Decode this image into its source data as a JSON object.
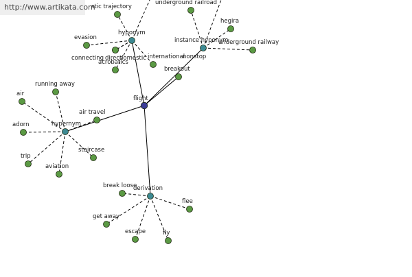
{
  "banner": {
    "url": "http://www.artikata.com"
  },
  "colors": {
    "center": "#3b3c96",
    "category": "#3d8a93",
    "leaf": "#5b9a44"
  },
  "diagram": {
    "center": {
      "label": "flight"
    },
    "categories": [
      {
        "id": "hyponym_top",
        "label": "hyponym",
        "leaves": [
          "evasion",
          "connecting",
          "direct",
          "domestic",
          "international",
          "nonstop",
          "acrobatics",
          "stic trajectory"
        ]
      },
      {
        "id": "instance",
        "label": "instance hyponym",
        "leaves": [
          "underground railroad",
          "hegira",
          "underground railway"
        ]
      },
      {
        "id": "breakout",
        "label": "breakout",
        "leaves": []
      },
      {
        "id": "hypernym",
        "label": "hypernym",
        "leaves": [
          "running away",
          "air",
          "adorn",
          "trip",
          "aviation",
          "staircase",
          "air travel"
        ]
      },
      {
        "id": "derivation",
        "label": "derivation",
        "leaves": [
          "break loose",
          "flee",
          "get away",
          "escape",
          "fly"
        ]
      }
    ]
  }
}
